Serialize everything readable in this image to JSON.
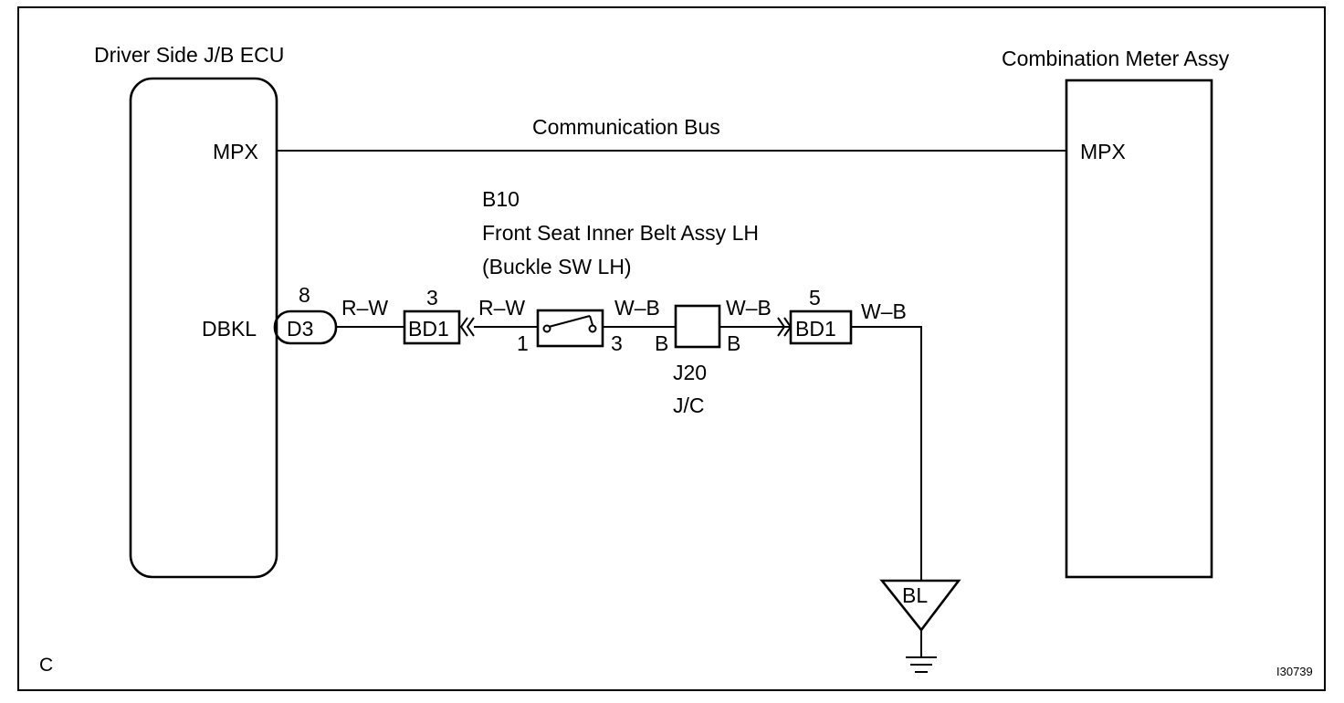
{
  "left_module": {
    "title": "Driver Side J/B ECU",
    "mpx_label": "MPX",
    "dbkl_label": "DBKL"
  },
  "right_module": {
    "title": "Combination Meter Assy",
    "mpx_label": "MPX"
  },
  "bus": {
    "label": "Communication Bus"
  },
  "buckle_switch": {
    "code": "B10",
    "name": "Front Seat Inner Belt Assy LH",
    "sub": "(Buckle SW LH)",
    "pin_left": "1",
    "pin_right": "3"
  },
  "connector_d3": {
    "code": "D3",
    "pin": "8"
  },
  "connector_bd1_left": {
    "code": "BD1",
    "pin": "3"
  },
  "connector_bd1_right": {
    "code": "BD1",
    "pin": "5"
  },
  "junction": {
    "code": "J20",
    "name": "J/C",
    "pin_left": "B",
    "pin_right": "B"
  },
  "wires": {
    "d3_to_bd1": "R–W",
    "bd1_to_switch": "R–W",
    "switch_to_jc": "W–B",
    "jc_to_bd1": "W–B",
    "bd1_to_ground": "W–B"
  },
  "ground": {
    "code": "BL"
  },
  "corner_letter": "C",
  "figure_id": "I30739"
}
